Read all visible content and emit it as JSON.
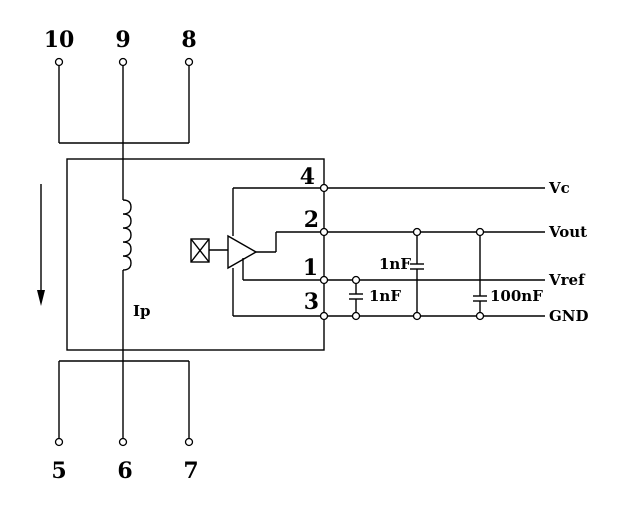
{
  "pins": {
    "p10": "10",
    "p9": "9",
    "p8": "8",
    "p4": "4",
    "p2": "2",
    "p1": "1",
    "p3": "3",
    "p5": "5",
    "p6": "6",
    "p7": "7"
  },
  "nets": {
    "vc": "Vc",
    "vout": "Vout",
    "vref": "Vref",
    "gnd": "GND"
  },
  "components": {
    "primary_current": "Ip",
    "cap_vref_gnd": "1nF",
    "cap_vout_gnd": "1nF",
    "cap_decoupling": "100nF"
  },
  "colors": {
    "line": "#000000",
    "background": "#ffffff"
  }
}
